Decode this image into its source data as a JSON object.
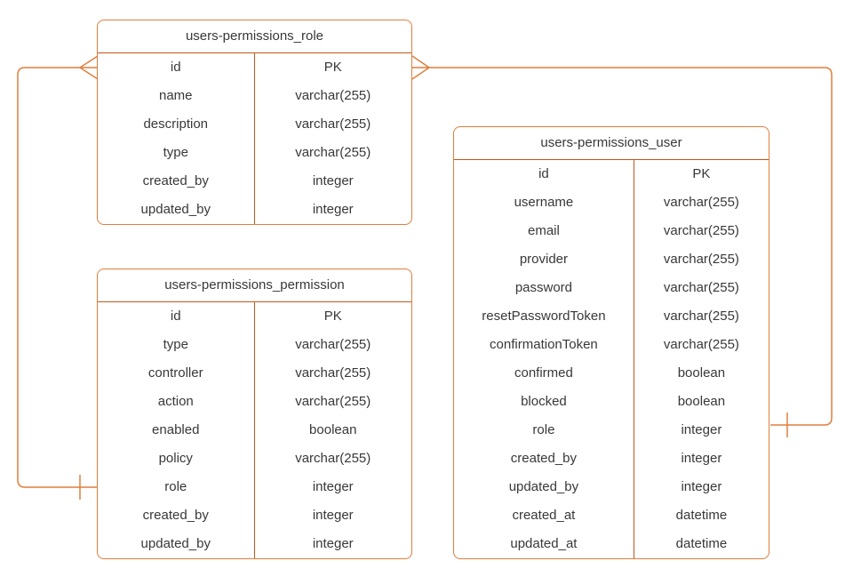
{
  "diagram": {
    "background_color": "#ffffff",
    "accent_color": "#DF7F3E",
    "divider_color": "#C2571A",
    "text_color": "#383838"
  },
  "entities": [
    {
      "title": "users-permissions_role",
      "fields": [
        {
          "name": "id",
          "type": "PK"
        },
        {
          "name": "name",
          "type": "varchar(255)"
        },
        {
          "name": "description",
          "type": "varchar(255)"
        },
        {
          "name": "type",
          "type": "varchar(255)"
        },
        {
          "name": "created_by",
          "type": "integer"
        },
        {
          "name": "updated_by",
          "type": "integer"
        }
      ]
    },
    {
      "title": "users-permissions_permission",
      "fields": [
        {
          "name": "id",
          "type": "PK"
        },
        {
          "name": "type",
          "type": "varchar(255)"
        },
        {
          "name": "controller",
          "type": "varchar(255)"
        },
        {
          "name": "action",
          "type": "varchar(255)"
        },
        {
          "name": "enabled",
          "type": "boolean"
        },
        {
          "name": "policy",
          "type": "varchar(255)"
        },
        {
          "name": "role",
          "type": "integer"
        },
        {
          "name": "created_by",
          "type": "integer"
        },
        {
          "name": "updated_by",
          "type": "integer"
        }
      ]
    },
    {
      "title": "users-permissions_user",
      "fields": [
        {
          "name": "id",
          "type": "PK"
        },
        {
          "name": "username",
          "type": "varchar(255)"
        },
        {
          "name": "email",
          "type": "varchar(255)"
        },
        {
          "name": "provider",
          "type": "varchar(255)"
        },
        {
          "name": "password",
          "type": "varchar(255)"
        },
        {
          "name": "resetPasswordToken",
          "type": "varchar(255)"
        },
        {
          "name": "confirmationToken",
          "type": "varchar(255)"
        },
        {
          "name": "confirmed",
          "type": "boolean"
        },
        {
          "name": "blocked",
          "type": "boolean"
        },
        {
          "name": "role",
          "type": "integer"
        },
        {
          "name": "created_by",
          "type": "integer"
        },
        {
          "name": "updated_by",
          "type": "integer"
        },
        {
          "name": "created_at",
          "type": "datetime"
        },
        {
          "name": "updated_at",
          "type": "datetime"
        }
      ]
    }
  ],
  "relationships": [
    {
      "from_entity": "users-permissions_role",
      "from_field": "id",
      "from_cardinality": "many",
      "to_entity": "users-permissions_permission",
      "to_field": "role",
      "to_cardinality": "one"
    },
    {
      "from_entity": "users-permissions_role",
      "from_field": "id",
      "from_cardinality": "many",
      "to_entity": "users-permissions_user",
      "to_field": "role",
      "to_cardinality": "one"
    }
  ]
}
